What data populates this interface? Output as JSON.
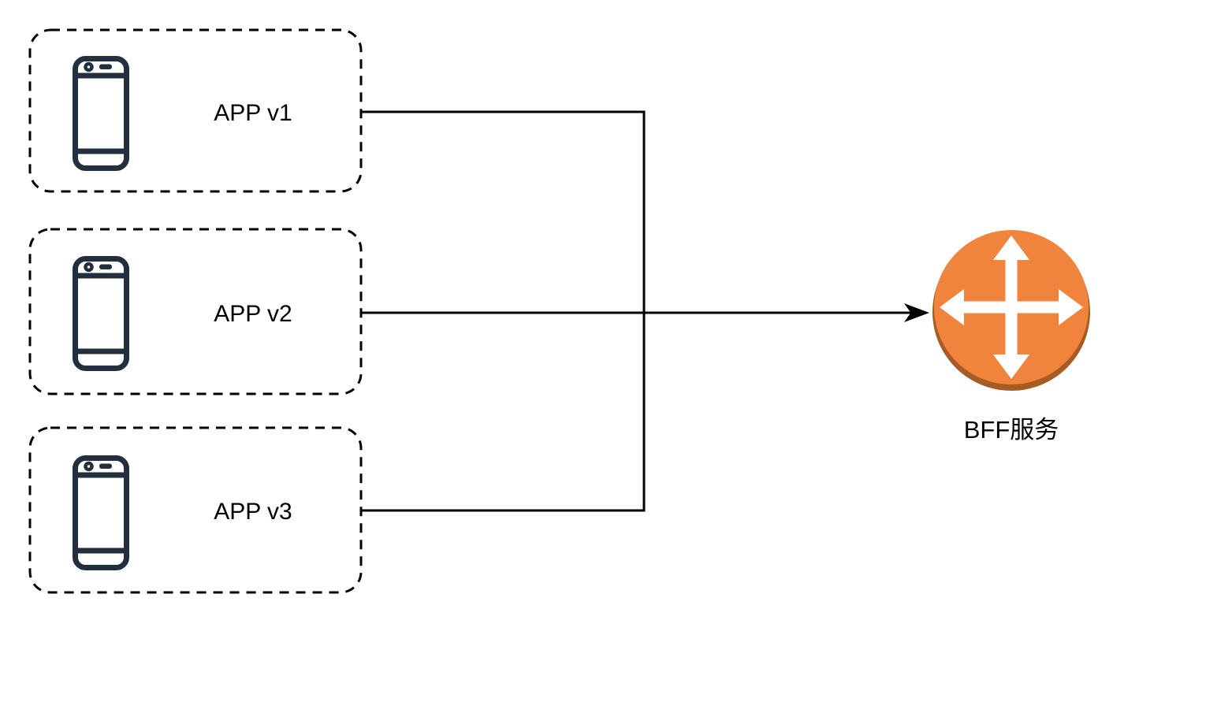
{
  "diagram": {
    "type": "architecture-diagram",
    "background": "#FFFFFF",
    "nodes": {
      "app_v1": {
        "label": "APP v1",
        "icon": "smartphone-icon",
        "shape": "dashed-rounded-box"
      },
      "app_v2": {
        "label": "APP v2",
        "icon": "smartphone-icon",
        "shape": "dashed-rounded-box"
      },
      "app_v3": {
        "label": "APP v3",
        "icon": "smartphone-icon",
        "shape": "dashed-rounded-box"
      },
      "bff": {
        "label": "BFF服务",
        "icon": "router-icon",
        "shape": "orange-sphere-4way-arrows"
      }
    },
    "edges": [
      {
        "from": "APP v1",
        "to": "BFF服务",
        "style": "elbow",
        "arrow": false
      },
      {
        "from": "APP v2",
        "to": "BFF服务",
        "style": "straight",
        "arrow": true
      },
      {
        "from": "APP v3",
        "to": "BFF服务",
        "style": "elbow",
        "arrow": false
      }
    ],
    "colors": {
      "background": "#FFFFFF",
      "box_border": "#000000",
      "edge_line": "#000000",
      "label_text": "#000000",
      "phone_icon": "#232F3E",
      "router_orange": "#F0843C",
      "router_shadow": "#A75C25",
      "router_arrows": "#FFFFFF"
    }
  }
}
